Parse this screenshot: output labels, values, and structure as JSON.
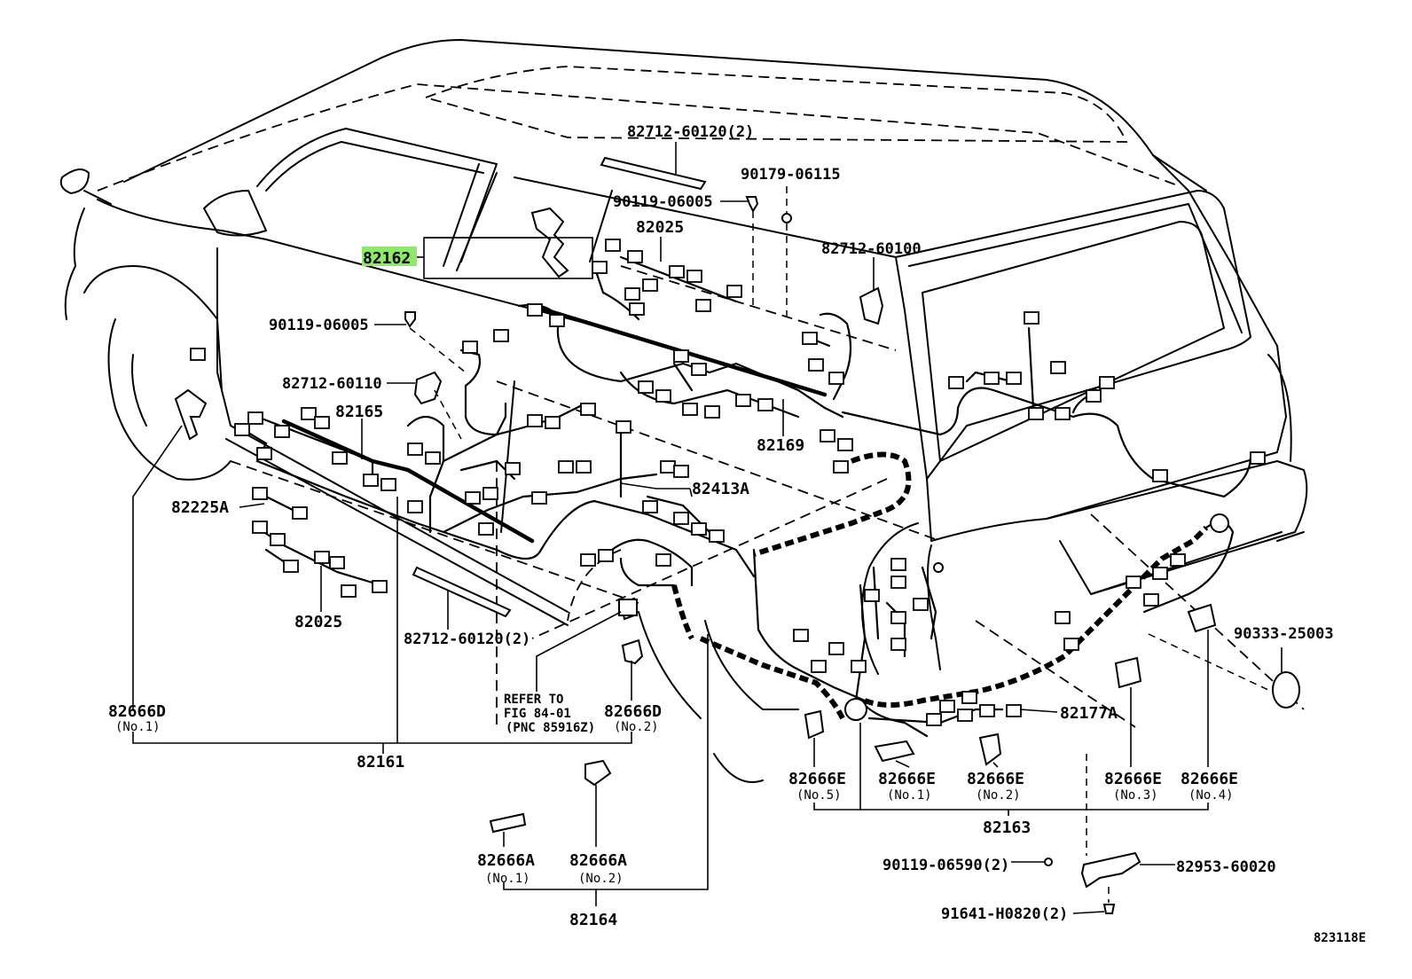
{
  "diagram": {
    "figure_code": "823118E",
    "highlight_color": "#8ee86a",
    "labels": {
      "p82712_60120_top": "82712-60120(2)",
      "p90179_06115": "90179-06115",
      "p90119_06005_top": "90119-06005",
      "p82025_top": "82025",
      "p82162": "82162",
      "p82712_60100": "82712-60100",
      "p90119_06005_left": "90119-06005",
      "p82712_60110": "82712-60110",
      "p82165": "82165",
      "p82169": "82169",
      "p82413A": "82413A",
      "p82225A": "82225A",
      "p82025_bottom": "82025",
      "p82712_60120_bottom": "82712-60120(2)",
      "p90333_25003": "90333-25003",
      "p82666D_1": "82666D",
      "p82666D_1_sub": "(No.1)",
      "refer_line1": "REFER TO",
      "refer_line2": "FIG 84-01",
      "refer_line3": "(PNC 85916Z)",
      "p82666D_2": "82666D",
      "p82666D_2_sub": "(No.2)",
      "p82177A": "82177A",
      "p82161": "82161",
      "p82666E_5": "82666E",
      "p82666E_5_sub": "(No.5)",
      "p82666E_1": "82666E",
      "p82666E_1_sub": "(No.1)",
      "p82666E_2": "82666E",
      "p82666E_2_sub": "(No.2)",
      "p82666E_3": "82666E",
      "p82666E_3_sub": "(No.3)",
      "p82666E_4": "82666E",
      "p82666E_4_sub": "(No.4)",
      "p82163": "82163",
      "p82666A_1": "82666A",
      "p82666A_1_sub": "(No.1)",
      "p82666A_2": "82666A",
      "p82666A_2_sub": "(No.2)",
      "p82164": "82164",
      "p90119_06590": "90119-06590(2)",
      "p82953_60020": "82953-60020",
      "p91641_H0820": "91641-H0820(2)"
    }
  }
}
